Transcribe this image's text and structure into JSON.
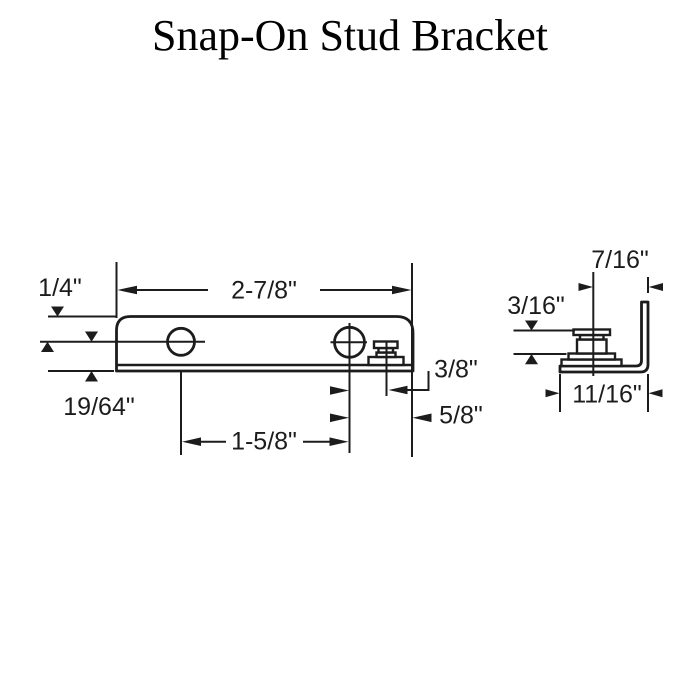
{
  "title": "Snap-On Stud Bracket",
  "colors": {
    "ink": "#1c1c1c",
    "background": "#ffffff"
  },
  "front_view": {
    "dim_bracket_width": "2-7/8\"",
    "dim_top_to_hole_center": "1/4\"",
    "dim_hole_center_to_bottom": "19/64\"",
    "dim_hole_spacing": "1-5/8\"",
    "dim_hole_to_stud": "3/8\"",
    "dim_hole_to_edge": "5/8\""
  },
  "side_view": {
    "dim_stud_center_to_flange": "7/16\"",
    "dim_stud_height": "3/16\"",
    "dim_base_width": "11/16\""
  }
}
